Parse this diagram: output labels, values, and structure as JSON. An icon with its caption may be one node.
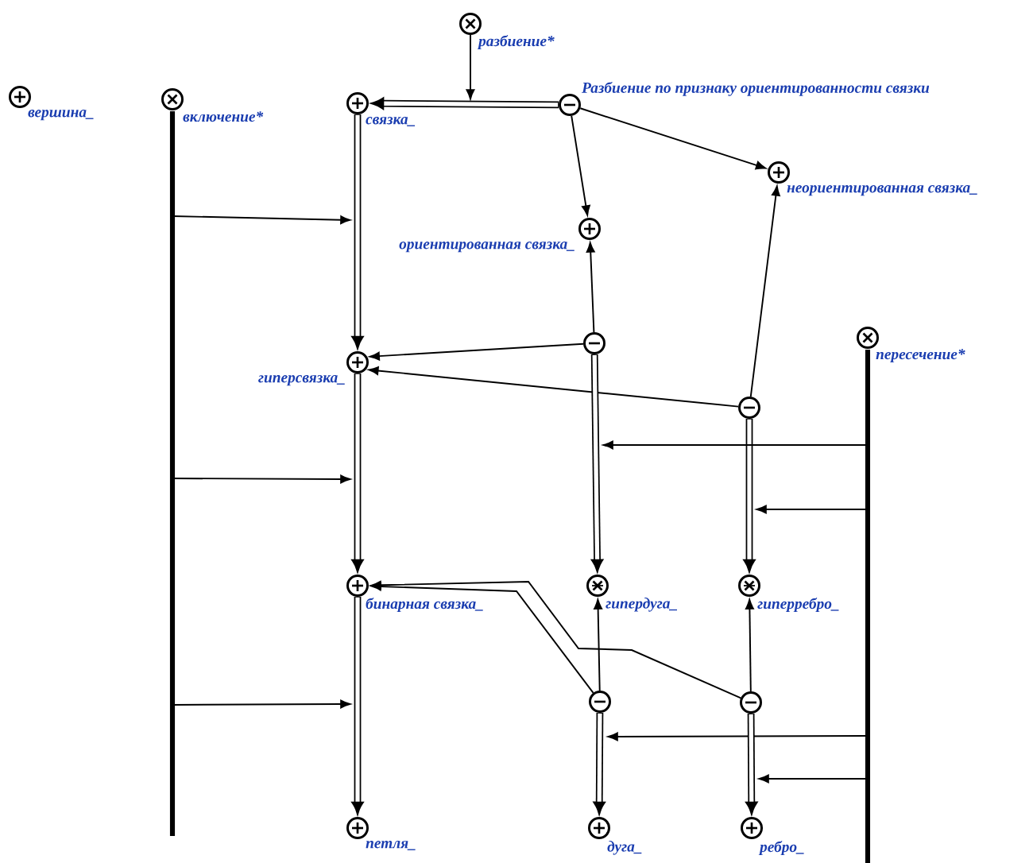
{
  "diagram": {
    "nodes": [
      {
        "text": [
          "разбиение*"
        ]
      },
      {
        "text": [
          "вершина_"
        ]
      },
      {
        "text": [
          "включение*"
        ]
      },
      {
        "text": [
          "связка_"
        ]
      },
      {
        "text": [
          "Разбиение по признаку ориентированности связки"
        ]
      },
      {
        "text": [
          "неориентированная связка_"
        ]
      },
      {
        "text": [
          "ориентированная связка_"
        ]
      },
      {
        "text": [],
        "shape": "circle"
      },
      {
        "text": [
          "пересечение*"
        ]
      },
      {
        "text": [
          "гиперсвязка_"
        ]
      },
      {
        "text": [],
        "shape": "circle"
      },
      {
        "text": [
          "бинарная связка_"
        ]
      },
      {
        "text": [
          "гипердуга_"
        ]
      },
      {
        "text": [
          "гиперребро_"
        ]
      },
      {
        "text": [],
        "shape": "circle"
      },
      {
        "text": [],
        "shape": "circle"
      },
      {
        "text": [
          "петля_"
        ]
      },
      {
        "text": [
          "дуга_"
        ]
      },
      {
        "text": [
          "ребро_"
        ]
      }
    ],
    "edges": [
      {
        "from": 0,
        "to": null,
        "arrow": "to"
      },
      {
        "from": 4,
        "to": 3,
        "arrow": "to",
        "style": "thick"
      },
      {
        "from": 4,
        "to": 6,
        "arrow": "to"
      },
      {
        "from": 4,
        "to": 5,
        "arrow": "to"
      },
      {
        "from": 2,
        "to": null,
        "arrow": "to"
      },
      {
        "from": 3,
        "to": 9,
        "arrow": "to",
        "style": "thick"
      },
      {
        "from": 7,
        "to": 6,
        "arrow": "to"
      },
      {
        "from": 10,
        "to": 5,
        "arrow": "to"
      },
      {
        "from": 7,
        "to": 9,
        "arrow": "to"
      },
      {
        "from": 10,
        "to": 9,
        "arrow": "to"
      },
      {
        "from": 7,
        "to": 12,
        "arrow": "to",
        "style": "thick"
      },
      {
        "from": 10,
        "to": 13,
        "arrow": "to",
        "style": "thick"
      },
      {
        "from": 8,
        "to": null,
        "arrow": "to"
      },
      {
        "from": 8,
        "to": null,
        "arrow": "to"
      },
      {
        "from": 2,
        "to": null,
        "arrow": "to"
      },
      {
        "from": 9,
        "to": 11,
        "arrow": "to",
        "style": "thick"
      },
      {
        "from": 14,
        "to": 11,
        "arrow": "to"
      },
      {
        "from": 15,
        "to": 11,
        "arrow": "to"
      },
      {
        "from": 14,
        "to": 12,
        "arrow": "to"
      },
      {
        "from": 15,
        "to": 13,
        "arrow": "to"
      },
      {
        "from": 8,
        "to": null,
        "arrow": "to"
      },
      {
        "from": 8,
        "to": null,
        "arrow": "to"
      },
      {
        "from": 2,
        "to": null,
        "arrow": "to"
      },
      {
        "from": 11,
        "to": 16,
        "arrow": "to",
        "style": "thick"
      },
      {
        "from": 14,
        "to": 17,
        "arrow": "to",
        "style": "thick"
      },
      {
        "from": 15,
        "to": 18,
        "arrow": "to",
        "style": "thick"
      }
    ]
  }
}
